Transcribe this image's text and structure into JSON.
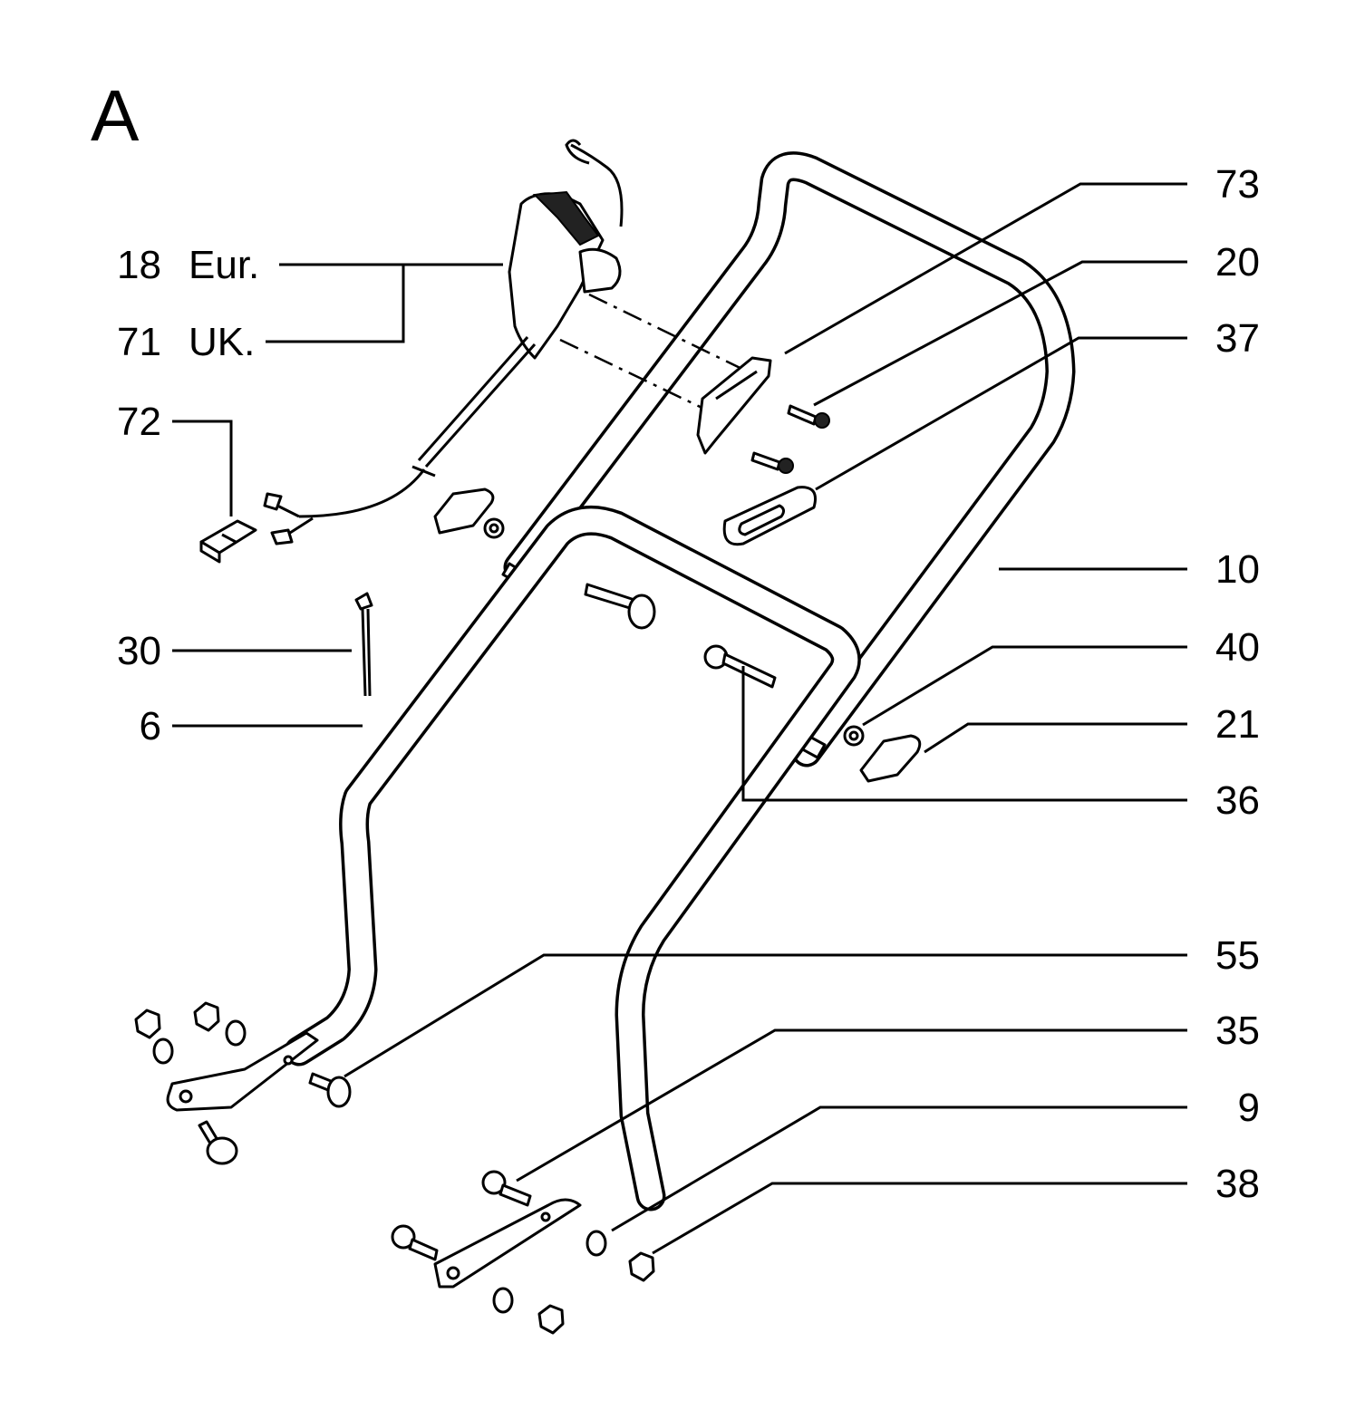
{
  "diagram": {
    "section_letter": "A",
    "callouts": [
      {
        "id": "73",
        "text": "73"
      },
      {
        "id": "20",
        "text": "20"
      },
      {
        "id": "37",
        "text": "37"
      },
      {
        "id": "10",
        "text": "10"
      },
      {
        "id": "40",
        "text": "40"
      },
      {
        "id": "21",
        "text": "21"
      },
      {
        "id": "36",
        "text": "36"
      },
      {
        "id": "55",
        "text": "55"
      },
      {
        "id": "35",
        "text": "35"
      },
      {
        "id": "9",
        "text": "9"
      },
      {
        "id": "38",
        "text": "38"
      },
      {
        "id": "18",
        "text": "18"
      },
      {
        "id": "71",
        "text": "71"
      },
      {
        "id": "72",
        "text": "72"
      },
      {
        "id": "30",
        "text": "30"
      },
      {
        "id": "6",
        "text": "6"
      }
    ],
    "variants": [
      {
        "id": "eur",
        "text": "Eur."
      },
      {
        "id": "uk",
        "text": "UK."
      }
    ]
  }
}
